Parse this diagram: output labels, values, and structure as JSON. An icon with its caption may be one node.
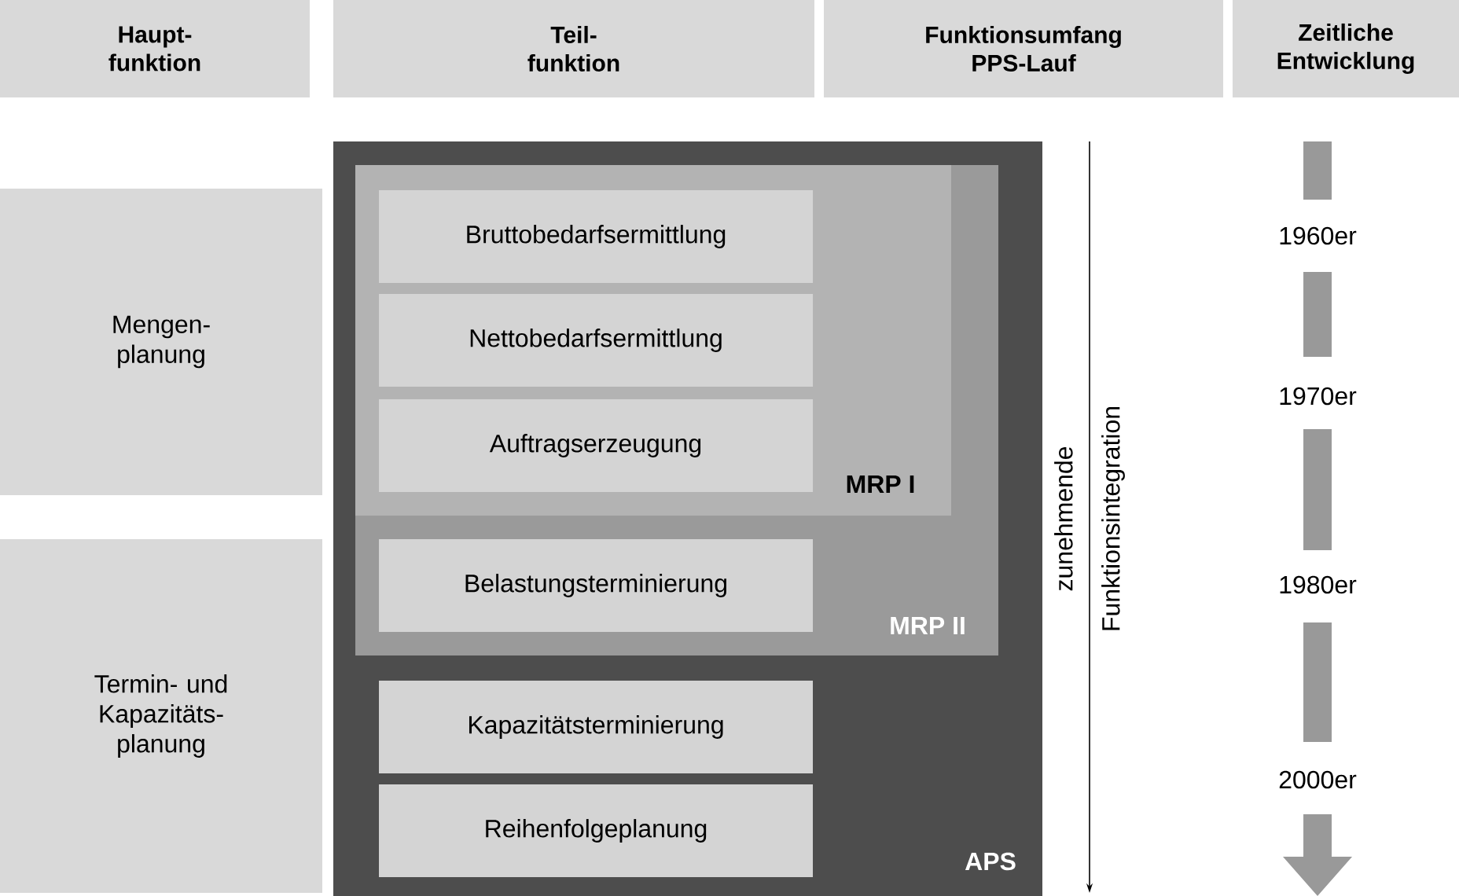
{
  "diagram": {
    "nodes": [
      {
        "text": [
          "Haupt- funktion"
        ]
      },
      {
        "text": [
          "Teil- funktion"
        ]
      },
      {
        "text": [
          "Funktionsumfang PPS-Lauf"
        ]
      },
      {
        "text": [
          "Zeitliche Entwicklung"
        ]
      },
      {
        "text": [
          "Mengen- planung"
        ]
      },
      {
        "text": [
          "Termin- und Kapazitäts- planung"
        ]
      },
      {
        "text": [
          "APS"
        ]
      },
      {
        "text": [
          "MRP II"
        ],
        "in": 6
      },
      {
        "text": [
          "MRP I"
        ],
        "in": 7
      },
      {
        "text": [
          "Bruttobedarfsermittlung"
        ],
        "in": 8
      },
      {
        "text": [
          "Nettobedarfsermittlung"
        ],
        "in": 8
      },
      {
        "text": [
          "Auftragserzeugung"
        ],
        "in": 8
      },
      {
        "text": [
          "Belastungsterminierung"
        ],
        "in": 7
      },
      {
        "text": [
          "Kapazitätsterminierung"
        ],
        "in": 6
      },
      {
        "text": [
          "Reihenfolgeplanung"
        ],
        "in": 6
      }
    ],
    "labels": [
      "zunehmende Funktionsintegration",
      "1960er",
      "1970er",
      "1980er",
      "2000er"
    ]
  }
}
